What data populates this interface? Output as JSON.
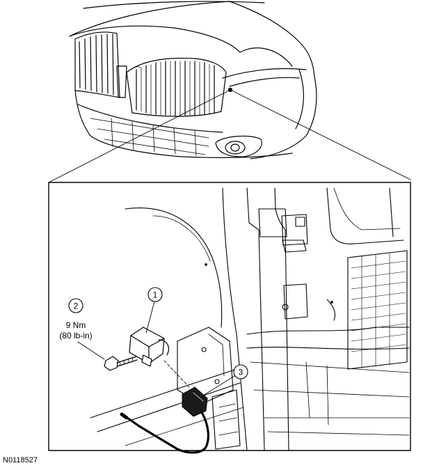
{
  "callouts": [
    {
      "number": "1"
    },
    {
      "number": "2",
      "torque_nm": "9 Nm",
      "torque_lbin": "(80 lb-in)"
    },
    {
      "number": "3"
    }
  ],
  "figure_id": "N0118527",
  "colors": {
    "line": "#000000",
    "background": "#ffffff",
    "dark_fill": "#1a1a1a"
  }
}
